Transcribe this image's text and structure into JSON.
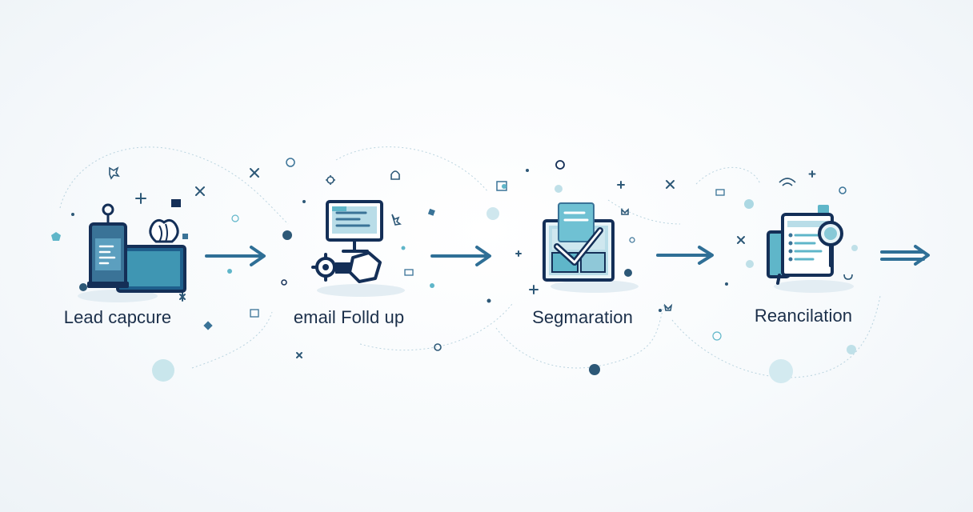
{
  "colors": {
    "navy": "#142f57",
    "steel": "#3a7397",
    "teal": "#5fb6c9",
    "light_teal": "#a8dbe5",
    "text": "#1b2f4a"
  },
  "steps": [
    {
      "label": "Lead capcure",
      "icon": "lead-capture-icon"
    },
    {
      "label": "email Folld up",
      "icon": "email-follow-up-icon"
    },
    {
      "label": "Segmaration",
      "icon": "segmentation-icon"
    },
    {
      "label": "Reancilation",
      "icon": "reconciliation-icon"
    }
  ],
  "arrows": [
    "right-arrow-icon",
    "right-arrow-icon",
    "right-arrow-icon",
    "double-right-arrow-icon"
  ]
}
